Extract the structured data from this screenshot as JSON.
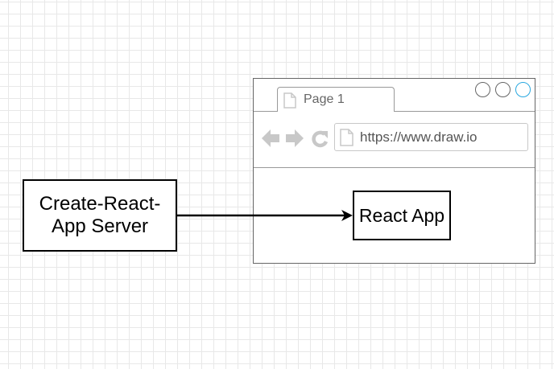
{
  "diagram": {
    "server_box": {
      "label": "Create-React-App Server"
    },
    "browser": {
      "tab_label": "Page 1",
      "url": "https://www.draw.io",
      "icons": {
        "tab": "page-icon",
        "back": "arrow-left-icon",
        "forward": "arrow-right-icon",
        "reload": "reload-icon",
        "url": "page-icon"
      },
      "window_buttons": [
        "circle",
        "circle",
        "circle-active"
      ]
    },
    "react_box": {
      "label": "React App"
    },
    "colors": {
      "stroke": "#000000",
      "grid": "#e8e8e8",
      "browser_border": "#666666",
      "nav_icons": "#c8c8c8",
      "active_window_button": "#29a8e0"
    }
  }
}
